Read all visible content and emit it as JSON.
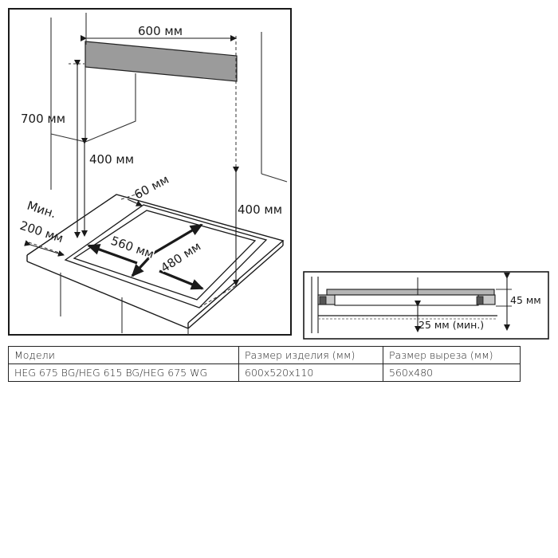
{
  "main_diagram": {
    "labels": {
      "width_600": "600 мм",
      "height_700": "700 мм",
      "height_400_left": "400 мм",
      "height_400_right": "400 мм",
      "gap_60": "60 мм",
      "min_label": "Мин.",
      "min_200": "200 мм",
      "cutout_560": "560 мм",
      "cutout_480": "480 мм"
    }
  },
  "section_diagram": {
    "labels": {
      "thickness_45": "45 мм",
      "gap_25_min": "25 мм (мин.)"
    }
  },
  "spec_table": {
    "headers": [
      "Модели",
      "Размер изделия (мм)",
      "Размер выреза (мм)"
    ],
    "rows": [
      [
        "HEG 675 BG/HEG 615 BG/HEG 675 WG",
        "600x520x110",
        "560x480"
      ]
    ]
  }
}
